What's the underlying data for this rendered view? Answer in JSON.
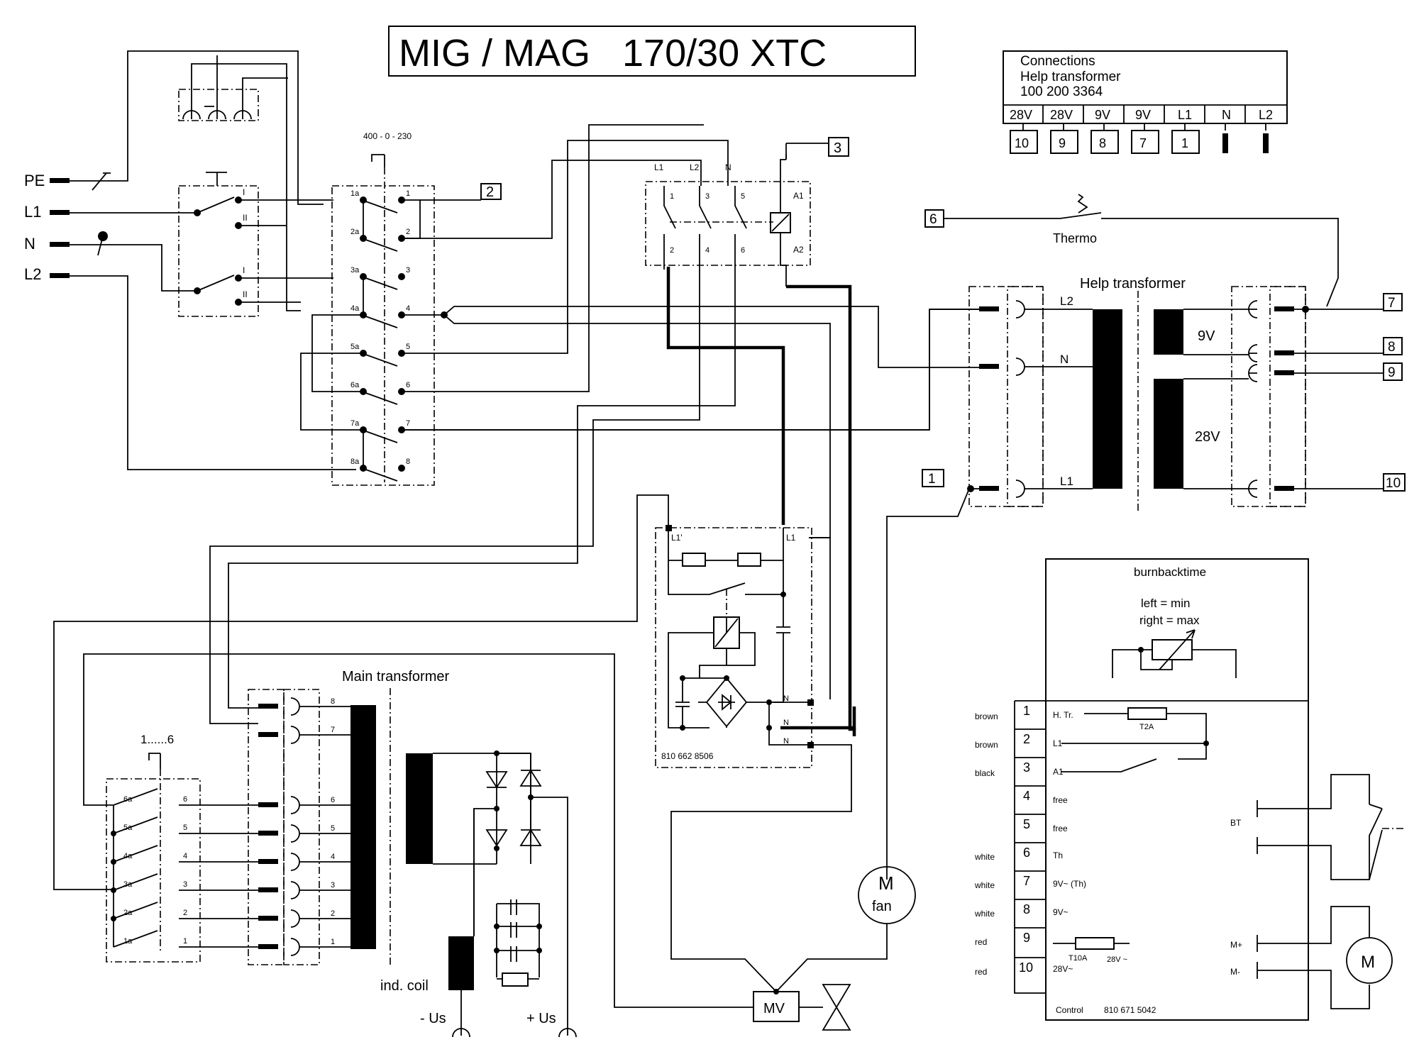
{
  "title": "MIG / MAG   170/30 XTC",
  "mains": {
    "pe": "PE",
    "l1": "L1",
    "n": "N",
    "l2": "L2"
  },
  "main_switch": {
    "pos1": "I",
    "pos2": "II",
    "pos1b": "I",
    "pos2b": "II"
  },
  "voltage_selector": {
    "label": "400 - 0 - 230",
    "left_terminals": [
      "1a",
      "2a",
      "3a",
      "4a",
      "5a",
      "6a",
      "7a",
      "8a"
    ],
    "right_terminals": [
      "1",
      "2",
      "3",
      "4",
      "5",
      "6",
      "7",
      "8"
    ]
  },
  "refs": {
    "r1": "1",
    "r2": "2",
    "r3": "3",
    "r6": "6",
    "r7": "7",
    "r8": "8",
    "r9": "9",
    "r10": "10"
  },
  "contactor": {
    "top": [
      "L1",
      "L2",
      "N"
    ],
    "pins_top": [
      "1",
      "3",
      "5"
    ],
    "pins_bottom": [
      "2",
      "4",
      "6"
    ],
    "coil_top": "A1",
    "coil_bottom": "A2"
  },
  "connections": {
    "title": "Connections",
    "subtitle": "Help transformer",
    "part_no": "100 200 3364",
    "headers": [
      "28V",
      "28V",
      "9V",
      "9V",
      "L1",
      "N",
      "L2"
    ],
    "numbers": [
      "10",
      "9",
      "8",
      "7",
      "1"
    ]
  },
  "thermo": "Thermo",
  "help_transformer": {
    "title": "Help transformer",
    "primary": [
      "L2",
      "N",
      "L1"
    ],
    "sec_9v": "9V",
    "sec_28v": "28V"
  },
  "relay_board": {
    "l1_prime": "L1'",
    "l1": "L1",
    "n_labels": [
      "N",
      "N",
      "N"
    ],
    "part_no": "810 662 8506"
  },
  "main_transformer": {
    "title": "Main transformer",
    "taps": [
      "8",
      "7",
      "6",
      "5",
      "4",
      "3",
      "2",
      "1"
    ]
  },
  "tap_switch": {
    "label": "1......6",
    "left": [
      "6a",
      "5a",
      "4a",
      "3a",
      "2a",
      "1a"
    ],
    "right": [
      "6",
      "5",
      "4",
      "3",
      "2",
      "1"
    ]
  },
  "output": {
    "ind_coil": "ind. coil",
    "minus": "- Us",
    "plus": "+ Us"
  },
  "fan": {
    "symbol": "M",
    "label": "fan"
  },
  "valve": {
    "label": "MV"
  },
  "control": {
    "title": "burnbacktime",
    "left_text": "left   = min",
    "right_text": "right = max",
    "terminals": [
      {
        "num": "1",
        "color": "brown",
        "name": "H. Tr."
      },
      {
        "num": "2",
        "color": "brown",
        "name": "L1"
      },
      {
        "num": "3",
        "color": "black",
        "name": "A1"
      },
      {
        "num": "4",
        "color": "",
        "name": "free"
      },
      {
        "num": "5",
        "color": "",
        "name": "free"
      },
      {
        "num": "6",
        "color": "white",
        "name": "Th"
      },
      {
        "num": "7",
        "color": "white",
        "name": "9V~ (Th)"
      },
      {
        "num": "8",
        "color": "white",
        "name": "9V~"
      },
      {
        "num": "9",
        "color": "red",
        "name": ""
      },
      {
        "num": "10",
        "color": "red",
        "name": "28V~"
      }
    ],
    "fuse_t2a": "T2A",
    "fuse_t10a": "T10A",
    "v28": "28V ~",
    "bt": "BT",
    "m_plus": "M+",
    "m_minus": "M-",
    "motor": "M",
    "footer_label": "Control",
    "footer_part": "810 671 5042"
  }
}
